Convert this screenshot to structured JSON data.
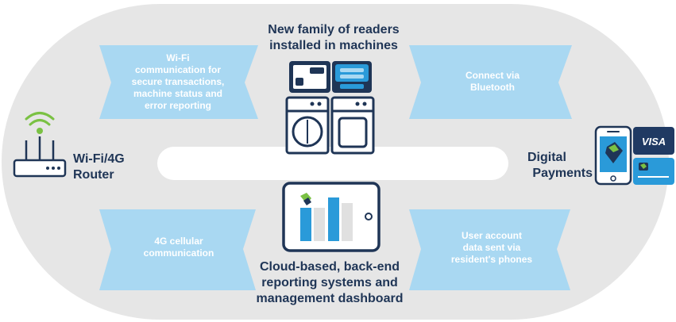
{
  "top_title": [
    "New family of readers",
    "installed in machines"
  ],
  "bottom_title": [
    "Cloud-based, back-end",
    "reporting systems and",
    "management dashboard"
  ],
  "left_label": [
    "Wi-Fi/4G",
    "Router"
  ],
  "right_label": [
    "Digital",
    "Payments"
  ],
  "arrows": {
    "top_left": [
      "Wi-Fi",
      "communication for",
      "secure transactions,",
      "machine status and",
      "error reporting"
    ],
    "top_right": [
      "Connect via",
      "Bluetooth"
    ],
    "bottom_left": [
      "4G cellular",
      "communication"
    ],
    "bottom_right": [
      "User account",
      "data sent via",
      "resident's phones"
    ]
  },
  "card_brand": "VISA",
  "colors": {
    "track_outer": "#e6e6e6",
    "track_inner": "#ffffff",
    "arrow": "#a9d8f2",
    "text_dark": "#1f3556",
    "accent_green": "#7ac143",
    "accent_blue": "#2a9ad9",
    "navy": "#203a63"
  },
  "icons": [
    "wifi-router-icon",
    "card-reader-icon",
    "laundry-machines-icon",
    "tablet-dashboard-icon",
    "smartphone-icon",
    "visa-card-icon",
    "payment-card-icon"
  ]
}
